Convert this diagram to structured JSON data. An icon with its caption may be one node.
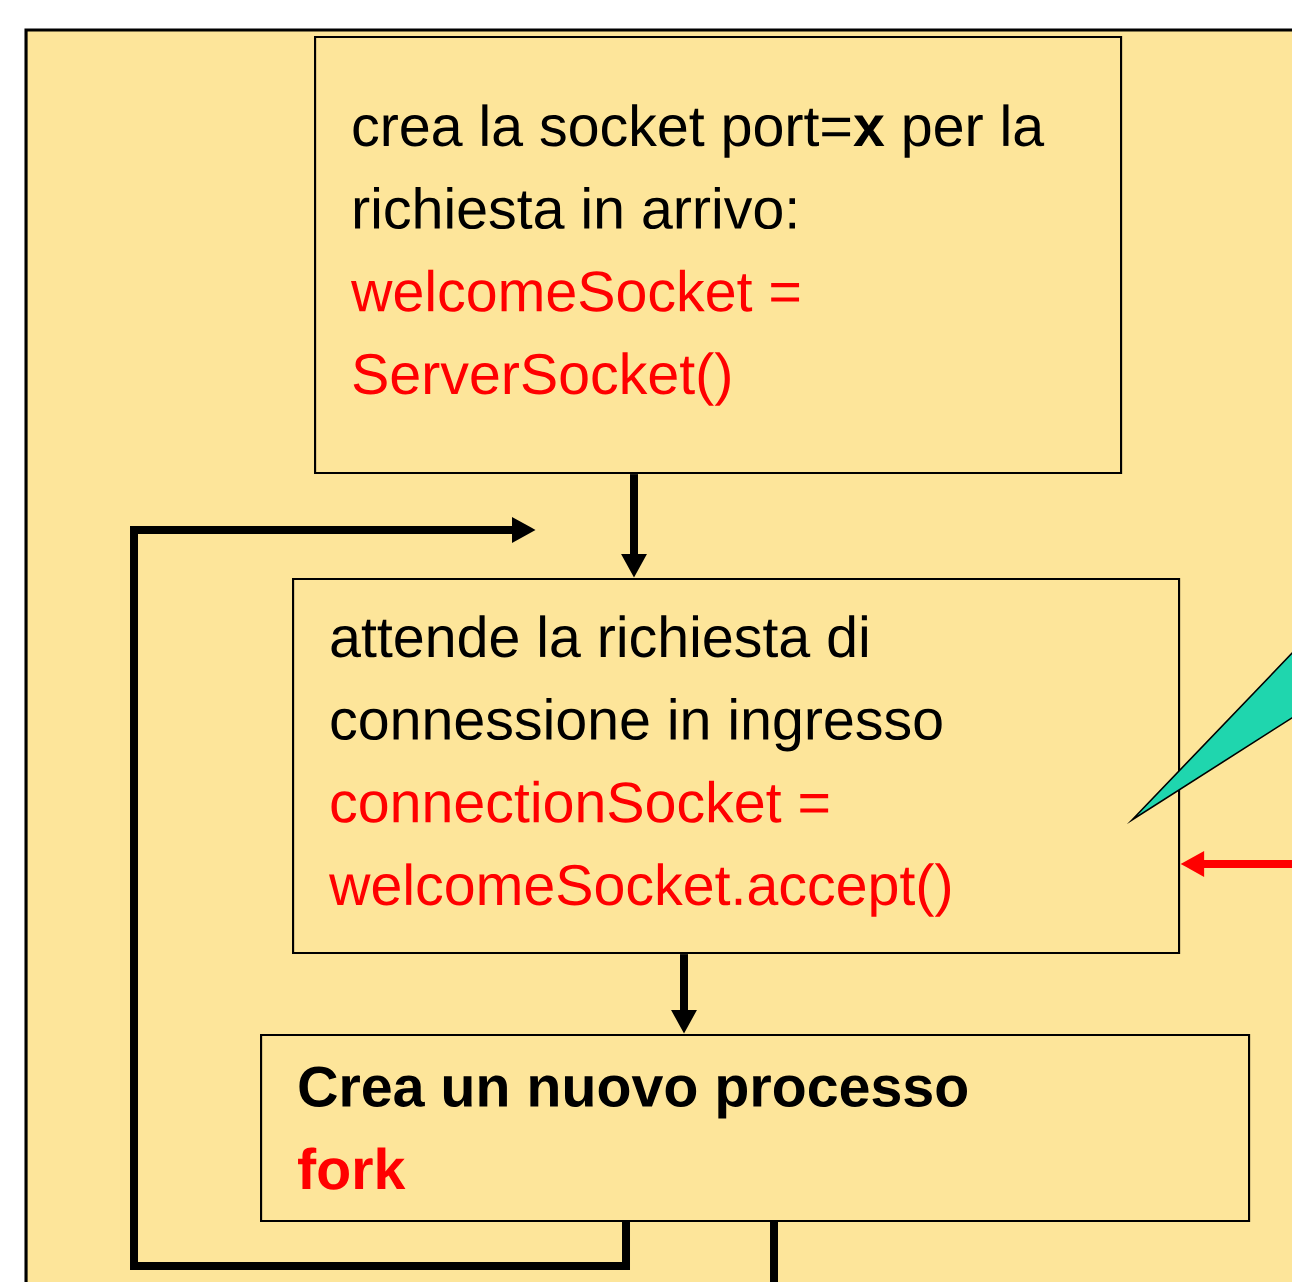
{
  "diagram": {
    "nodes": [
      {
        "text": [
          "crea la socket port=**x** per la richiesta in arrivo:",
          "welcomeSocket = ServerSocket()"
        ]
      },
      {
        "text": [
          "attende la richiesta di connessione in ingresso",
          "connectionSocket = welcomeSocket.accept()"
        ]
      },
      {
        "text": [
          "Crea un nuovo processo",
          "fork"
        ]
      }
    ],
    "edges": [
      {
        "from": 0,
        "to": 1,
        "arrow": "to"
      },
      {
        "from": 1,
        "to": 2,
        "arrow": "to"
      },
      {
        "from": 2,
        "to": null,
        "arrow": "to"
      },
      {
        "from": 2,
        "to": null,
        "arrow": "none"
      },
      {
        "from": null,
        "to": 1,
        "arrow": "to",
        "color": "#ff0000"
      }
    ]
  }
}
